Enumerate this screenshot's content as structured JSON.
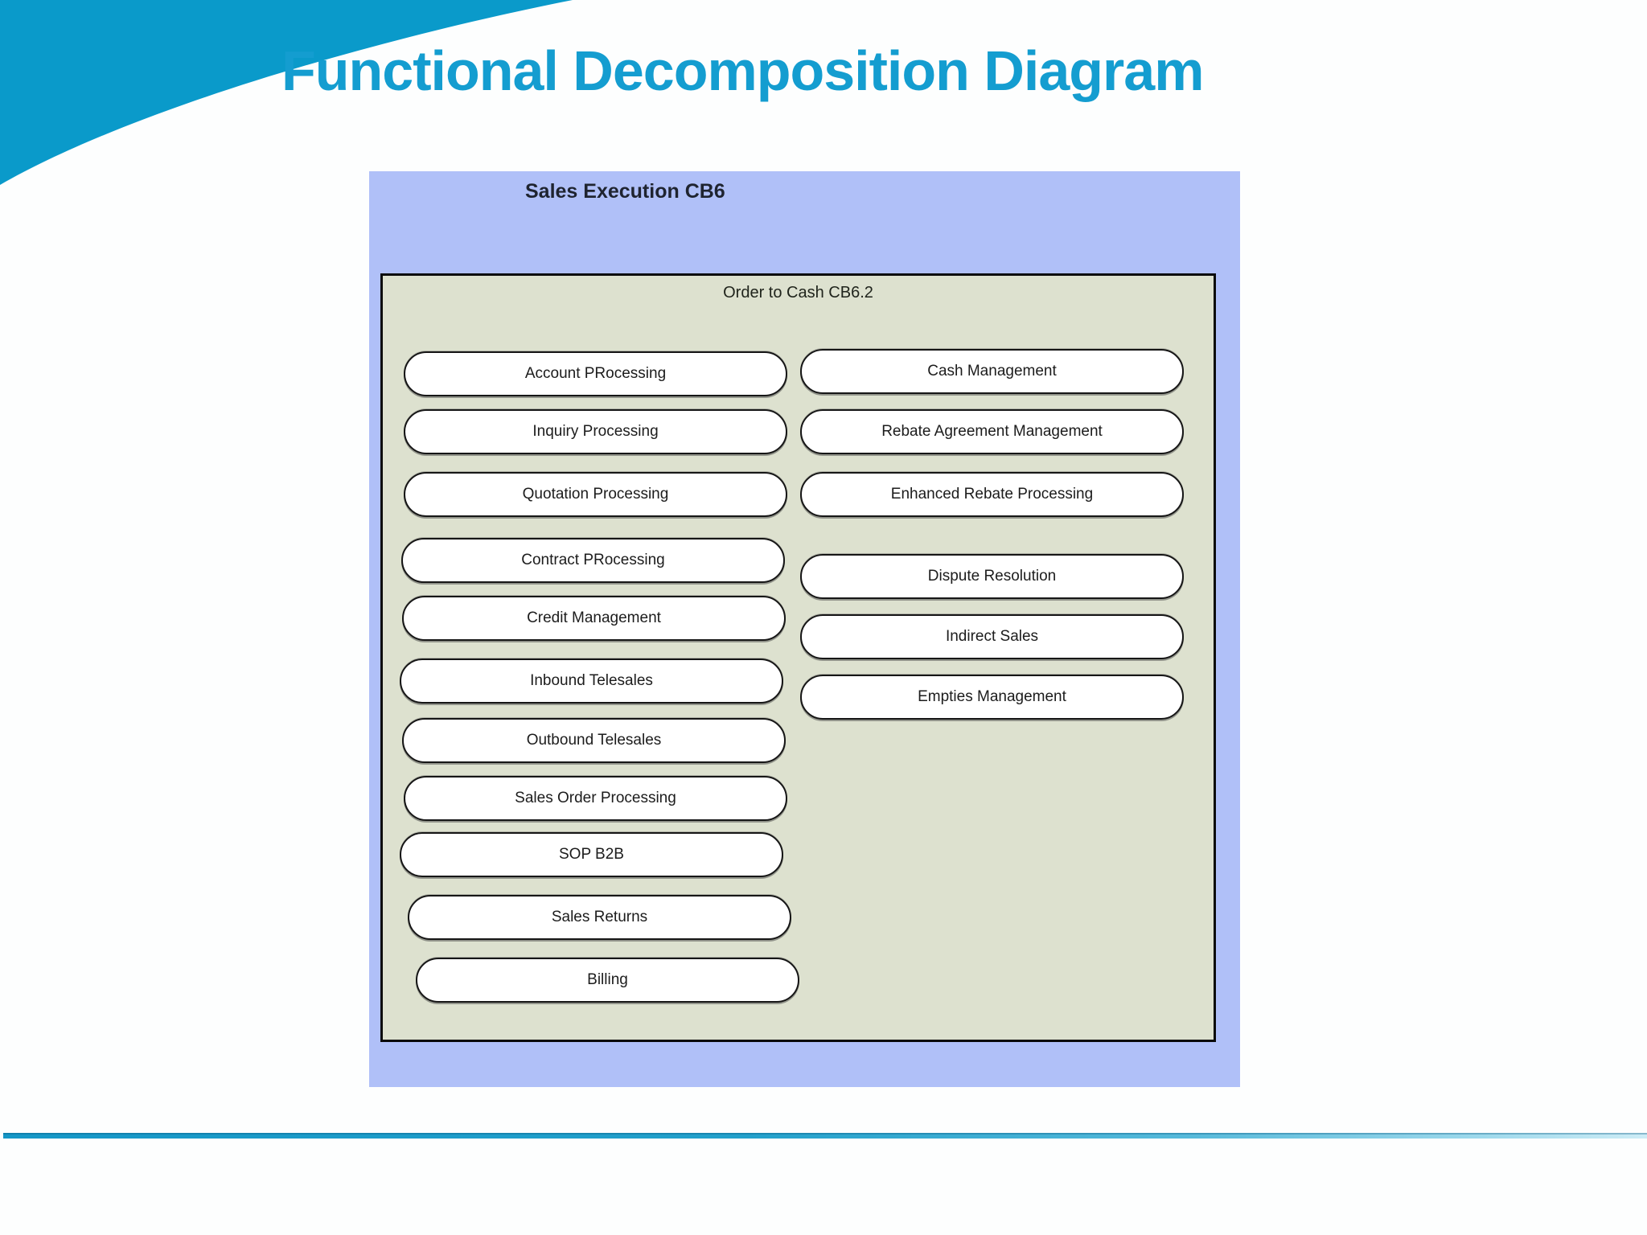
{
  "slide": {
    "title": "Functional Decomposition Diagram"
  },
  "diagram": {
    "outer_box": {
      "title": "Sales Execution CB6"
    },
    "inner_box": {
      "title": "Order to Cash CB6.2",
      "left_column": [
        "Account PRocessing",
        "Inquiry Processing",
        "Quotation Processing",
        "Contract PRocessing",
        "Credit Management",
        "Inbound Telesales",
        "Outbound Telesales",
        "Sales Order Processing",
        "SOP B2B",
        "Sales Returns",
        "Billing"
      ],
      "right_column": [
        "Cash Management",
        "Rebate Agreement Management",
        "Enhanced Rebate Processing",
        "Dispute Resolution",
        "Indirect Sales",
        "Empties Management"
      ]
    }
  },
  "colors": {
    "swoosh_teal": "#0a9aca",
    "title_blue": "#149dd0",
    "outer_box_fill": "#b0c0f8",
    "inner_box_fill": "#dde1cf",
    "pill_fill": "#ffffff",
    "pill_border": "#161616",
    "divider_left": "#1597c7",
    "divider_right": "#cdecf6"
  }
}
